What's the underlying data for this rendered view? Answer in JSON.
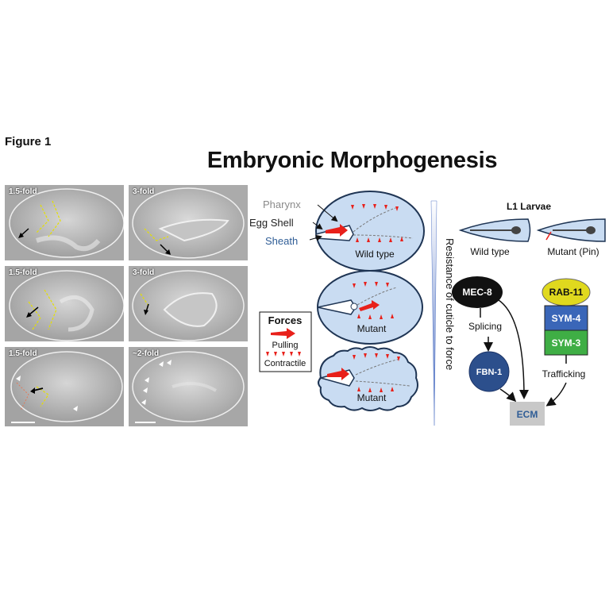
{
  "figure_label": "Figure 1",
  "title": "Embryonic Morphogenesis",
  "micrographs": [
    {
      "label": "1.5-fold"
    },
    {
      "label": "3-fold"
    },
    {
      "label": "1.5-fold"
    },
    {
      "label": "3-fold"
    },
    {
      "label": "1.5-fold"
    },
    {
      "label": "~2-fold"
    }
  ],
  "embryo_diagram": {
    "pharynx": "Pharynx",
    "egg_shell": "Egg Shell",
    "sheath": "Sheath",
    "panels": [
      "Wild type",
      "Mutant",
      "Mutant"
    ]
  },
  "forces_legend": {
    "title": "Forces",
    "pulling": "Pulling",
    "contractile": "Contractile"
  },
  "gradient_label": "Resistance of cuticle to force",
  "larvae": {
    "title": "L1 Larvae",
    "wild_type": "Wild type",
    "mutant": "Mutant (Pin)"
  },
  "pathway": {
    "mec8": "MEC-8",
    "splicing": "Splicing",
    "fbn1": "FBN-1",
    "rab11": "RAB-11",
    "sym4": "SYM-4",
    "sym3": "SYM-3",
    "trafficking": "Trafficking",
    "ecm": "ECM"
  },
  "colors": {
    "embryo_fill": "#c9dcf2",
    "red_arrow": "#e8201a",
    "gradient": "#5577c6",
    "fbn1": "#2c4f8c",
    "rab11": "#e0d91e",
    "sym4": "#3a66b8",
    "sym3": "#3fae45",
    "ecm_box": "#c8c8c8"
  }
}
